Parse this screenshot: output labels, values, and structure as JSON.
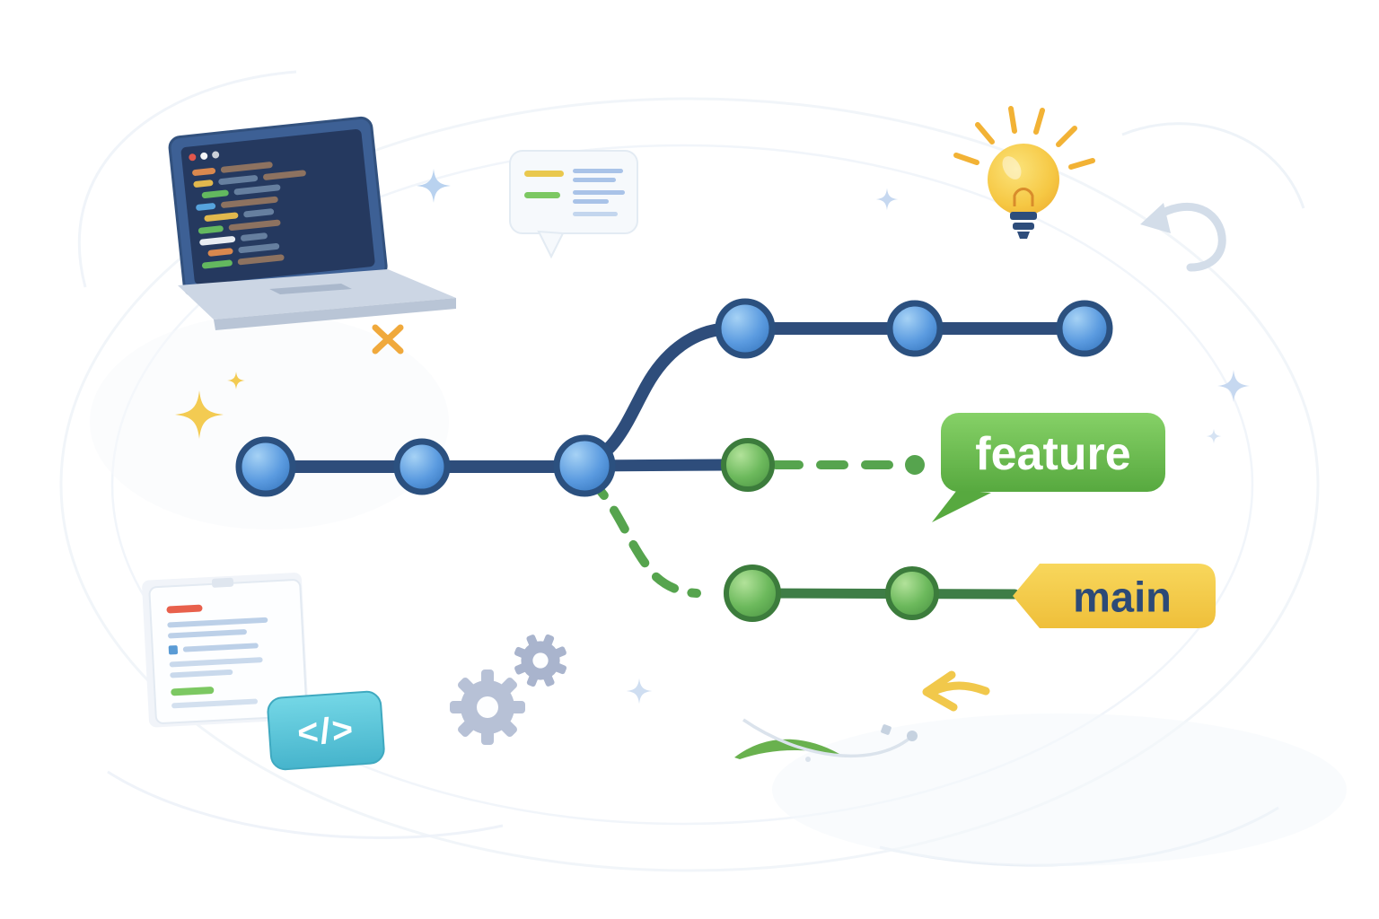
{
  "illustration": {
    "name": "git-branching-illustration",
    "labels": {
      "feature_branch": "feature",
      "main_branch": "main",
      "code_tag": "</>"
    },
    "colors": {
      "branch_navy": "#2e4d7b",
      "commit_blue": "#4a90d9",
      "branch_green": "#56a44e",
      "commit_green": "#5fb254",
      "feature_bubble": "#64b54a",
      "main_tag": "#f6cf4f",
      "lightbulb_yellow": "#f6c844",
      "code_tag_cyan": "#55c4d8",
      "sparkle_yellow": "#f3cb52",
      "sparkle_blue": "#bcd4ef",
      "background": "#ffffff"
    },
    "diagram": {
      "type": "git-branch-graph",
      "trunk_commits": 3,
      "top_branch_commits": 3,
      "feature_branch_commits": 1,
      "main_branch_commits": 2
    }
  }
}
